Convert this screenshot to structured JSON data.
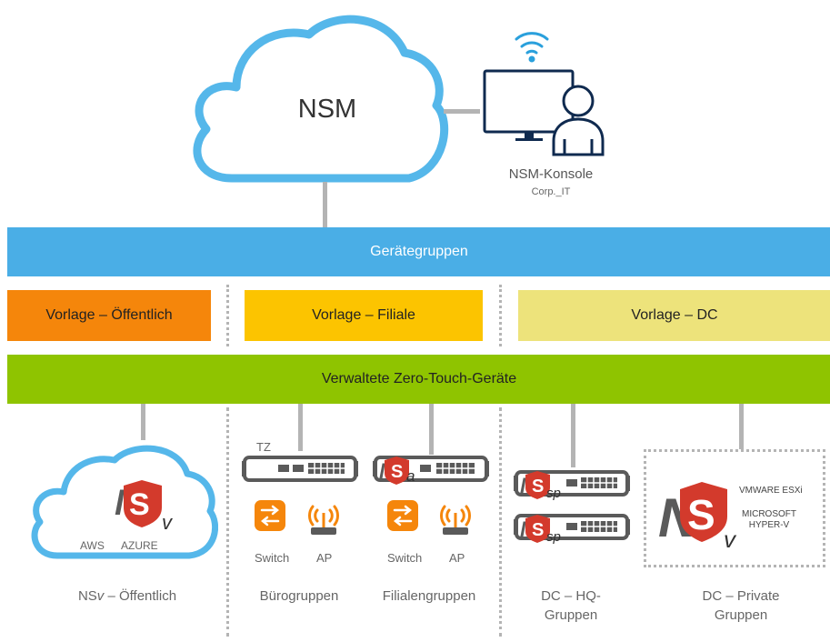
{
  "cloud": {
    "label": "NSM"
  },
  "console": {
    "title": "NSM-Konsole",
    "subtitle": "Corp._IT"
  },
  "bands": {
    "device_groups": "Gerätegruppen",
    "template_public": "Vorlage – Öffentlich",
    "template_branch": "Vorlage – Filiale",
    "template_dc": "Vorlage – DC",
    "zero_touch": "Verwaltete Zero-Touch-Geräte"
  },
  "columns": {
    "public": {
      "aws": "AWS",
      "azure": "AZURE",
      "caption_prefix": "NS",
      "caption_v": "v",
      "caption_suffix": " – Öffentlich"
    },
    "office": {
      "tz": "TZ",
      "switch": "Switch",
      "ap": "AP",
      "caption": "Bürogruppen"
    },
    "branch": {
      "switch": "Switch",
      "ap": "AP",
      "caption": "Filialengruppen"
    },
    "dc_hq": {
      "caption_line1": "DC – HQ-",
      "caption_line2": "Gruppen"
    },
    "dc_private": {
      "vmware": "VMWARE ESXi",
      "ms_line1": "MICROSOFT",
      "ms_line2": "HYPER-V",
      "caption_line1": "DC – Private",
      "caption_line2": "Gruppen"
    }
  },
  "colors": {
    "blue": "#4aaee6",
    "cloud_stroke": "#55b7ea",
    "orange": "#f5860b",
    "yellow": "#fcc400",
    "pale_yellow": "#ede37b",
    "green": "#8fc400",
    "navy": "#0f2a4f",
    "device_gray": "#5a5a5a",
    "sonicwall_red": "#d33a2c"
  }
}
